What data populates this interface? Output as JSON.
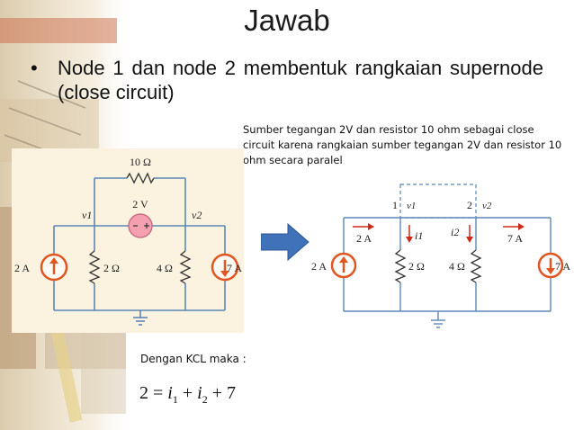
{
  "slide": {
    "title": "Jawab",
    "bullet_marker": "•",
    "bullet_text": "Node 1 dan node 2 membentuk rangkaian supernode (close circuit)",
    "note": "Sumber tegangan 2V dan resistor 10 ohm sebagai close circuit karena rangkaian sumber tegangan 2V dan resistor 10 ohm secara paralel",
    "kcl_label": "Dengan KCL maka :",
    "kcl_equation": {
      "lhs": "2 =",
      "i": "i",
      "sub1": "1",
      "plus1": "+",
      "sub2": "2",
      "plus2": "+ 7"
    }
  },
  "circuit_left": {
    "r10": "10 Ω",
    "vsrc": "2 V",
    "v1": "v1",
    "v2": "v2",
    "src_left": "2 A",
    "r2": "2 Ω",
    "r4": "4 Ω",
    "src_right": "7 A"
  },
  "circuit_right": {
    "node1": "1",
    "node2": "2",
    "v1": "v1",
    "v2": "v2",
    "cur_left": "2 A",
    "i1": "i1",
    "i2": "i2",
    "cur_right": "7 A",
    "src_left": "2 A",
    "r2": "2 Ω",
    "r4": "4 Ω",
    "src_right": "7 A"
  },
  "colors": {
    "wire": "#5b87b8",
    "source": "#e05520",
    "arrow": "#cc2a1c",
    "vsource": "#f4a0b0",
    "circuit_bg": "#fbf3e0",
    "transfer_arrow": "#3f72b9"
  }
}
